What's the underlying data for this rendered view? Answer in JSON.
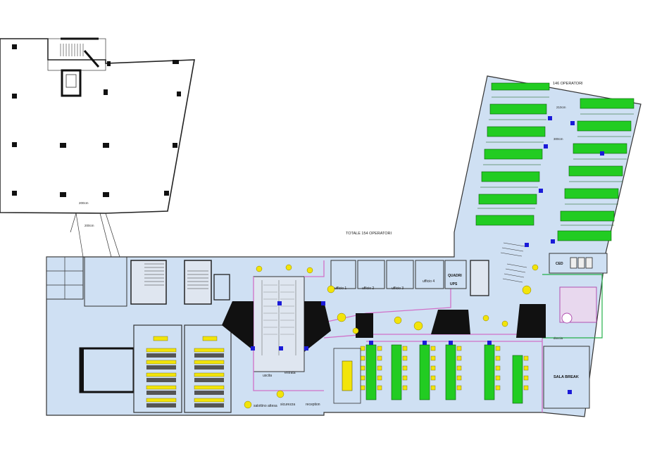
{
  "plan": {
    "title_total": "TOTALE 154 OPERATORI",
    "north_wing_title": "146 OPERATORI",
    "dim_top_left": "200cm",
    "dim_corridor": "200cm",
    "dim_wing_1": "210cm",
    "dim_wing_2": "300cm",
    "rooms": {
      "ufficio_1": "ufficio 1",
      "ufficio_2": "ufficio 2",
      "ufficio_3": "ufficio 3",
      "ufficio_4": "ufficio 4",
      "quadri": "QUADRI",
      "ups": "UPS",
      "ced": "CED",
      "uscita": "uscita",
      "entrata": "entrata",
      "salottino_attesa": "salottino attesa",
      "sicurezza": "sicurezza",
      "reception": "reception",
      "sala_break": "SALA BREAK",
      "doccia": "doccia"
    },
    "colors": {
      "floor_blue": "#cfe0f3",
      "desk_green": "#22cc22",
      "chair_yellow": "#f2e40a",
      "column_black": "#111111",
      "partition_pink": "#d070c8",
      "marker_blue": "#1a1ad8"
    }
  }
}
